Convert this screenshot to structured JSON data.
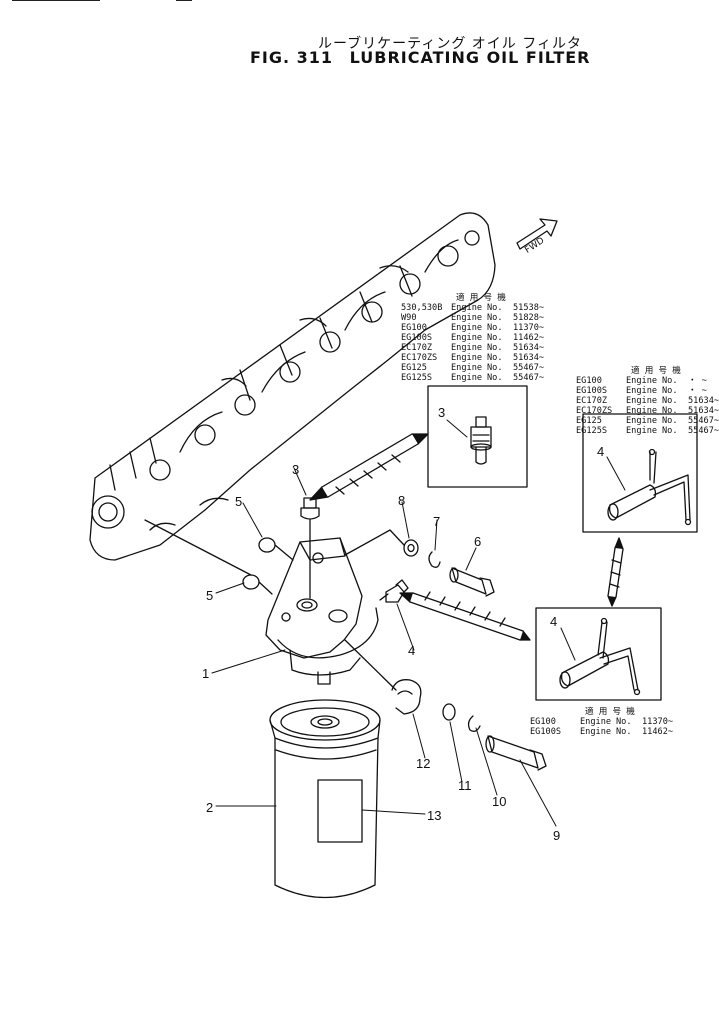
{
  "header": {
    "title_jp": "ルーブリケーティング オイル フィルタ",
    "fig_label": "FIG. 311",
    "title_en": "LUBRICATING OIL FILTER"
  },
  "fwd_label": "FWD",
  "tables": {
    "top": {
      "header": "適 用 号 機",
      "rows": [
        {
          "model": "530,530B",
          "word": "Engine",
          "no": "No.",
          "serial": "51538~"
        },
        {
          "model": "W90",
          "word": "Engine",
          "no": "No.",
          "serial": "51828~"
        },
        {
          "model": "EG100",
          "word": "Engine",
          "no": "No.",
          "serial": "11370~"
        },
        {
          "model": "EG100S",
          "word": "Engine",
          "no": "No.",
          "serial": "11462~"
        },
        {
          "model": "EC170Z",
          "word": "Engine",
          "no": "No.",
          "serial": "51634~"
        },
        {
          "model": "EC170ZS",
          "word": "Engine",
          "no": "No.",
          "serial": "51634~"
        },
        {
          "model": "EG125",
          "word": "Engine",
          "no": "No.",
          "serial": "55467~"
        },
        {
          "model": "EG125S",
          "word": "Engine",
          "no": "No.",
          "serial": "55467~"
        }
      ]
    },
    "right": {
      "header": "適 用 号 機",
      "rows": [
        {
          "model": "EG100",
          "word": "Engine",
          "no": "No.",
          "serial": "・ ~"
        },
        {
          "model": "EG100S",
          "word": "Engine",
          "no": "No.",
          "serial": "・ ~"
        },
        {
          "model": "EC170Z",
          "word": "Engine",
          "no": "No.",
          "serial": "51634~"
        },
        {
          "model": "EC170ZS",
          "word": "Engine",
          "no": "No.",
          "serial": "51634~"
        },
        {
          "model": "EG125",
          "word": "Engine",
          "no": "No.",
          "serial": "55467~"
        },
        {
          "model": "EG125S",
          "word": "Engine",
          "no": "No.",
          "serial": "55467~"
        }
      ]
    },
    "bottom": {
      "header": "適 用 号 機",
      "rows": [
        {
          "model": "EG100",
          "word": "Engine",
          "no": "No.",
          "serial": "11370~"
        },
        {
          "model": "EG100S",
          "word": "Engine",
          "no": "No.",
          "serial": "11462~"
        }
      ]
    }
  },
  "callouts": {
    "c1": "1",
    "c2": "2",
    "c3": "3",
    "c3b": "3",
    "c4": "4",
    "c4b": "4",
    "c4c": "4",
    "c5a": "5",
    "c5b": "5",
    "c6": "6",
    "c7": "7",
    "c8": "8",
    "c9": "9",
    "c10": "10",
    "c11": "11",
    "c12": "12",
    "c13": "13"
  }
}
